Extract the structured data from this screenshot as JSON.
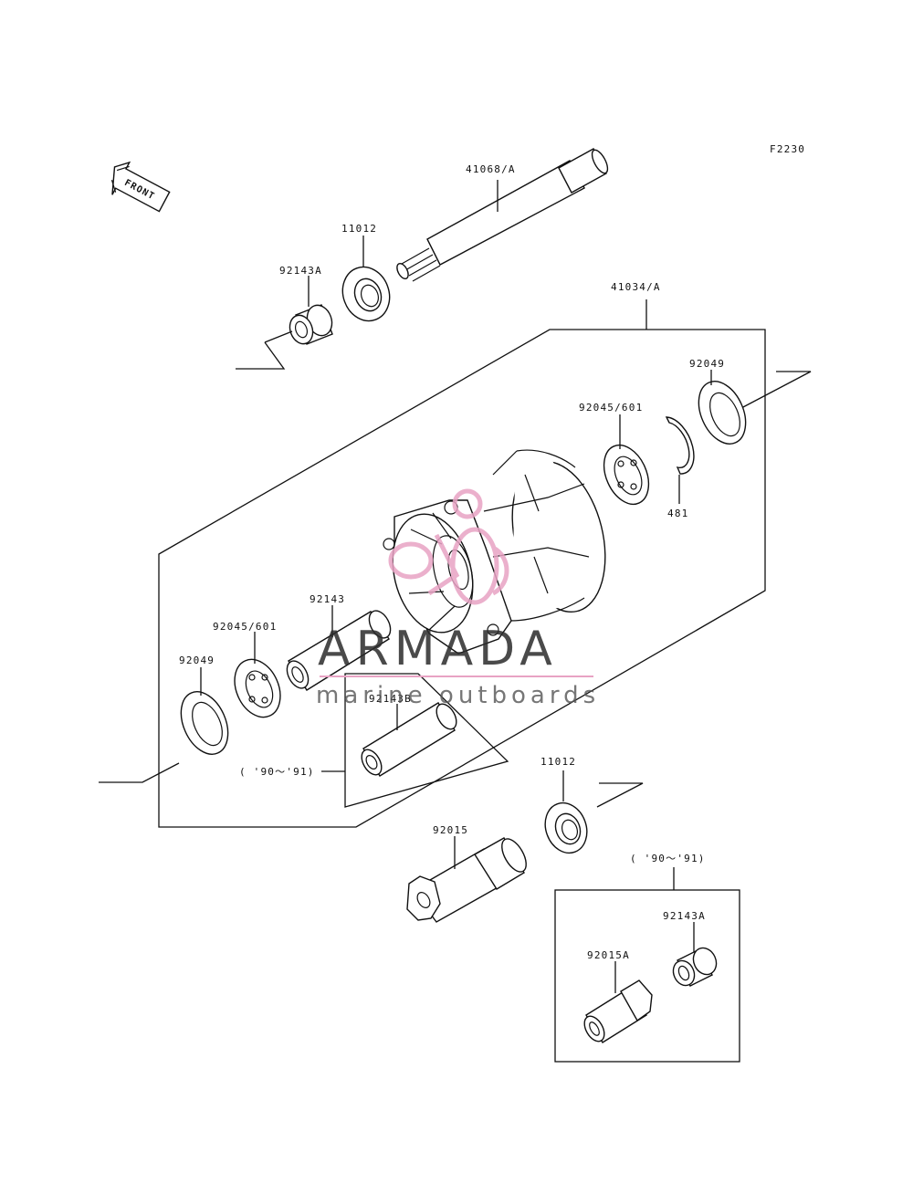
{
  "figure_code": "F2230",
  "front_arrow": {
    "label": "FRONT"
  },
  "parts": [
    {
      "id": "41068-a",
      "label": "41068/A"
    },
    {
      "id": "11012-top",
      "label": "11012"
    },
    {
      "id": "92143a-top",
      "label": "92143A"
    },
    {
      "id": "41034-a",
      "label": "41034/A"
    },
    {
      "id": "92049-right",
      "label": "92049"
    },
    {
      "id": "92045-601-right",
      "label": "92045/601"
    },
    {
      "id": "481",
      "label": "481"
    },
    {
      "id": "92143",
      "label": "92143"
    },
    {
      "id": "92045-601-left",
      "label": "92045/601"
    },
    {
      "id": "92049-left",
      "label": "92049"
    },
    {
      "id": "92143b",
      "label": "92143B"
    },
    {
      "id": "11012-bottom",
      "label": "11012"
    },
    {
      "id": "92015",
      "label": "92015"
    },
    {
      "id": "92143a-box",
      "label": "92143A"
    },
    {
      "id": "92015a",
      "label": "92015A"
    }
  ],
  "year_notes": {
    "middle": "( '90～'91)",
    "box": "( '90～'91)"
  },
  "watermark": {
    "brand": "ARMADA",
    "tagline": "marine outboards",
    "logo_color": "#e8a3c4"
  }
}
